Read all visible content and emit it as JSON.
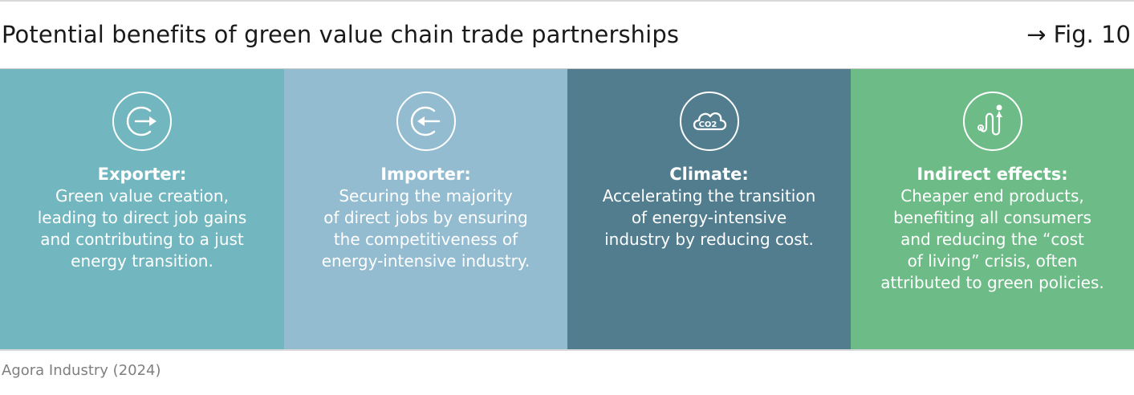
{
  "header": {
    "title": "Potential benefits of green value chain trade partnerships",
    "figure_ref": "→ Fig. 10"
  },
  "panels": [
    {
      "heading": "Exporter:",
      "body": "Green value creation,\nleading to direct job gains\nand contributing to a just\nenergy transition.",
      "color": "#72b7bf",
      "icon": "export-arrow-icon"
    },
    {
      "heading": "Importer:",
      "body": "Securing the majority\nof direct jobs by ensuring\nthe competitiveness of\nenergy-intensive industry.",
      "color": "#93bcd1",
      "icon": "import-arrow-icon"
    },
    {
      "heading": "Climate:",
      "body": "Accelerating the transition\nof energy-intensive\nindustry by reducing cost.",
      "color": "#517d8f",
      "icon": "co2-cloud-icon",
      "icon_text": "CO2"
    },
    {
      "heading": "Indirect effects:",
      "body": "Cheaper end products,\nbenefiting all consumers\nand reducing the “cost\nof living” crisis, often\nattributed to green policies.",
      "color": "#6dbc87",
      "icon": "path-route-icon"
    }
  ],
  "source": "Agora Industry (2024)"
}
